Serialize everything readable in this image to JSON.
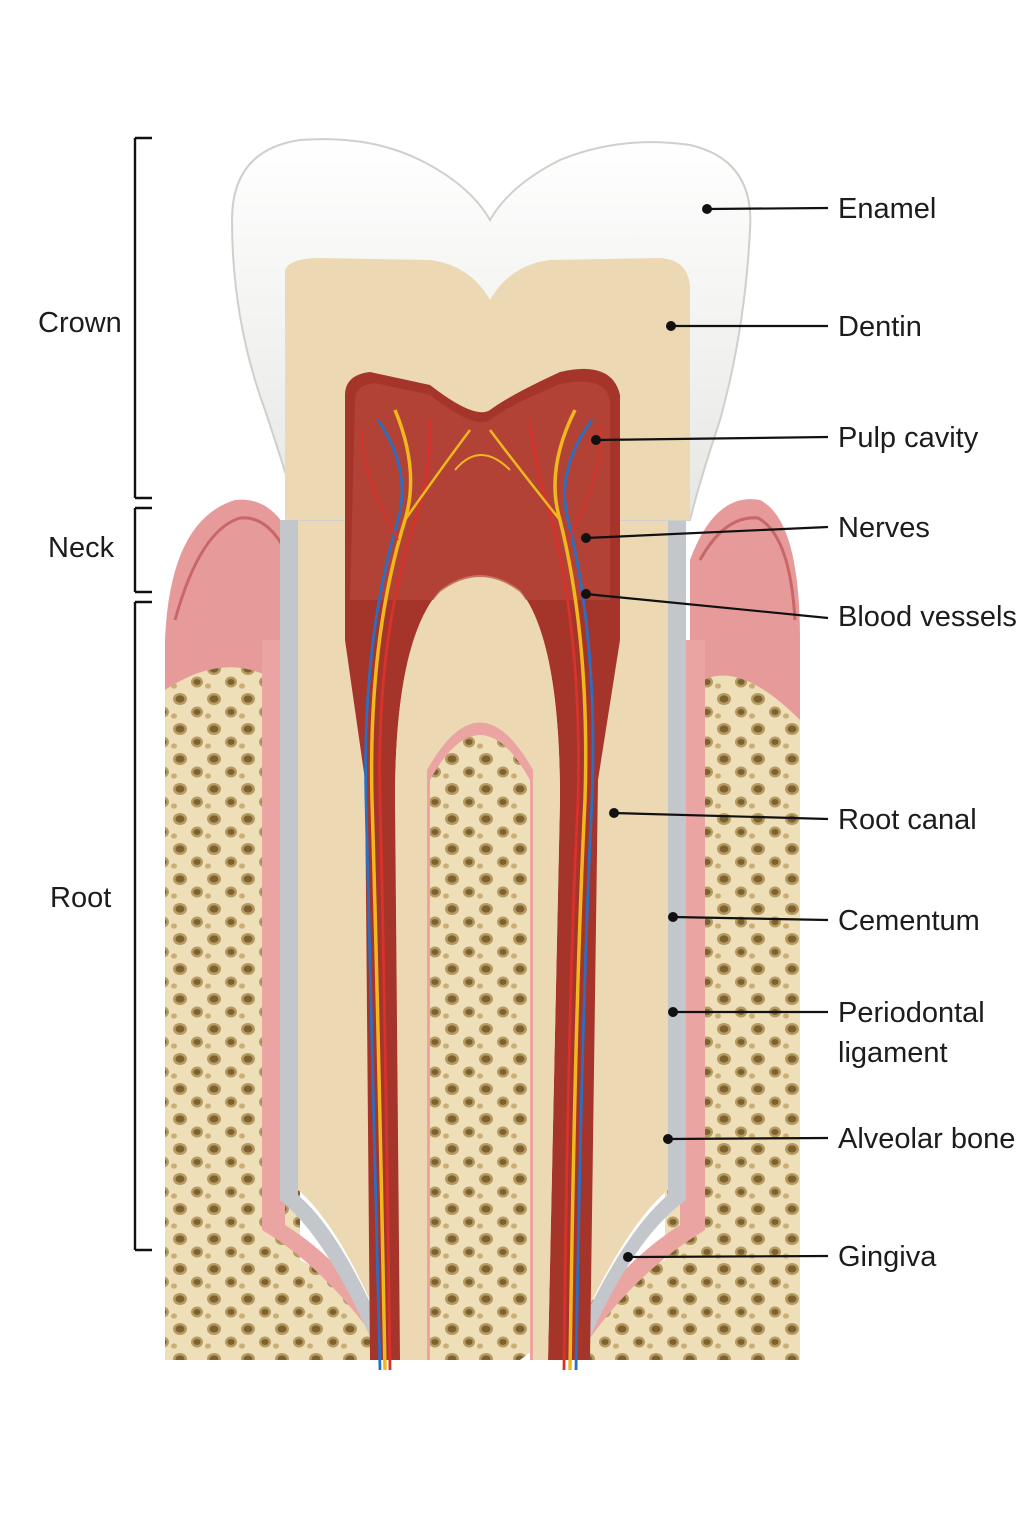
{
  "regions": [
    {
      "id": "crown",
      "label": "Crown"
    },
    {
      "id": "neck",
      "label": "Neck"
    },
    {
      "id": "root",
      "label": "Root"
    }
  ],
  "labels": [
    {
      "id": "enamel",
      "lines": [
        "Enamel"
      ]
    },
    {
      "id": "dentin",
      "lines": [
        "Dentin"
      ]
    },
    {
      "id": "pulp-cavity",
      "lines": [
        "Pulp cavity"
      ]
    },
    {
      "id": "nerves",
      "lines": [
        "Nerves"
      ]
    },
    {
      "id": "blood-vessels",
      "lines": [
        "Blood vessels"
      ]
    },
    {
      "id": "root-canal",
      "lines": [
        "Root canal"
      ]
    },
    {
      "id": "cementum",
      "lines": [
        "Cementum"
      ]
    },
    {
      "id": "periodontal-ligament",
      "lines": [
        "Periodontal",
        "ligament"
      ]
    },
    {
      "id": "alveolar-bone",
      "lines": [
        "Alveolar bone"
      ]
    },
    {
      "id": "gingiva",
      "lines": [
        "Gingiva"
      ]
    }
  ],
  "colors": {
    "enamel": "#f2f2f0",
    "dentin": "#ecd9b4",
    "pulp": "#a5352b",
    "gum": "#e79a9a",
    "bone": "#efdfb8",
    "bone_pore": "#b59a62",
    "nerve": "#f0b81e",
    "vein": "#2a6fc2",
    "artery": "#d8322a",
    "cementum": "#b9bec3"
  }
}
